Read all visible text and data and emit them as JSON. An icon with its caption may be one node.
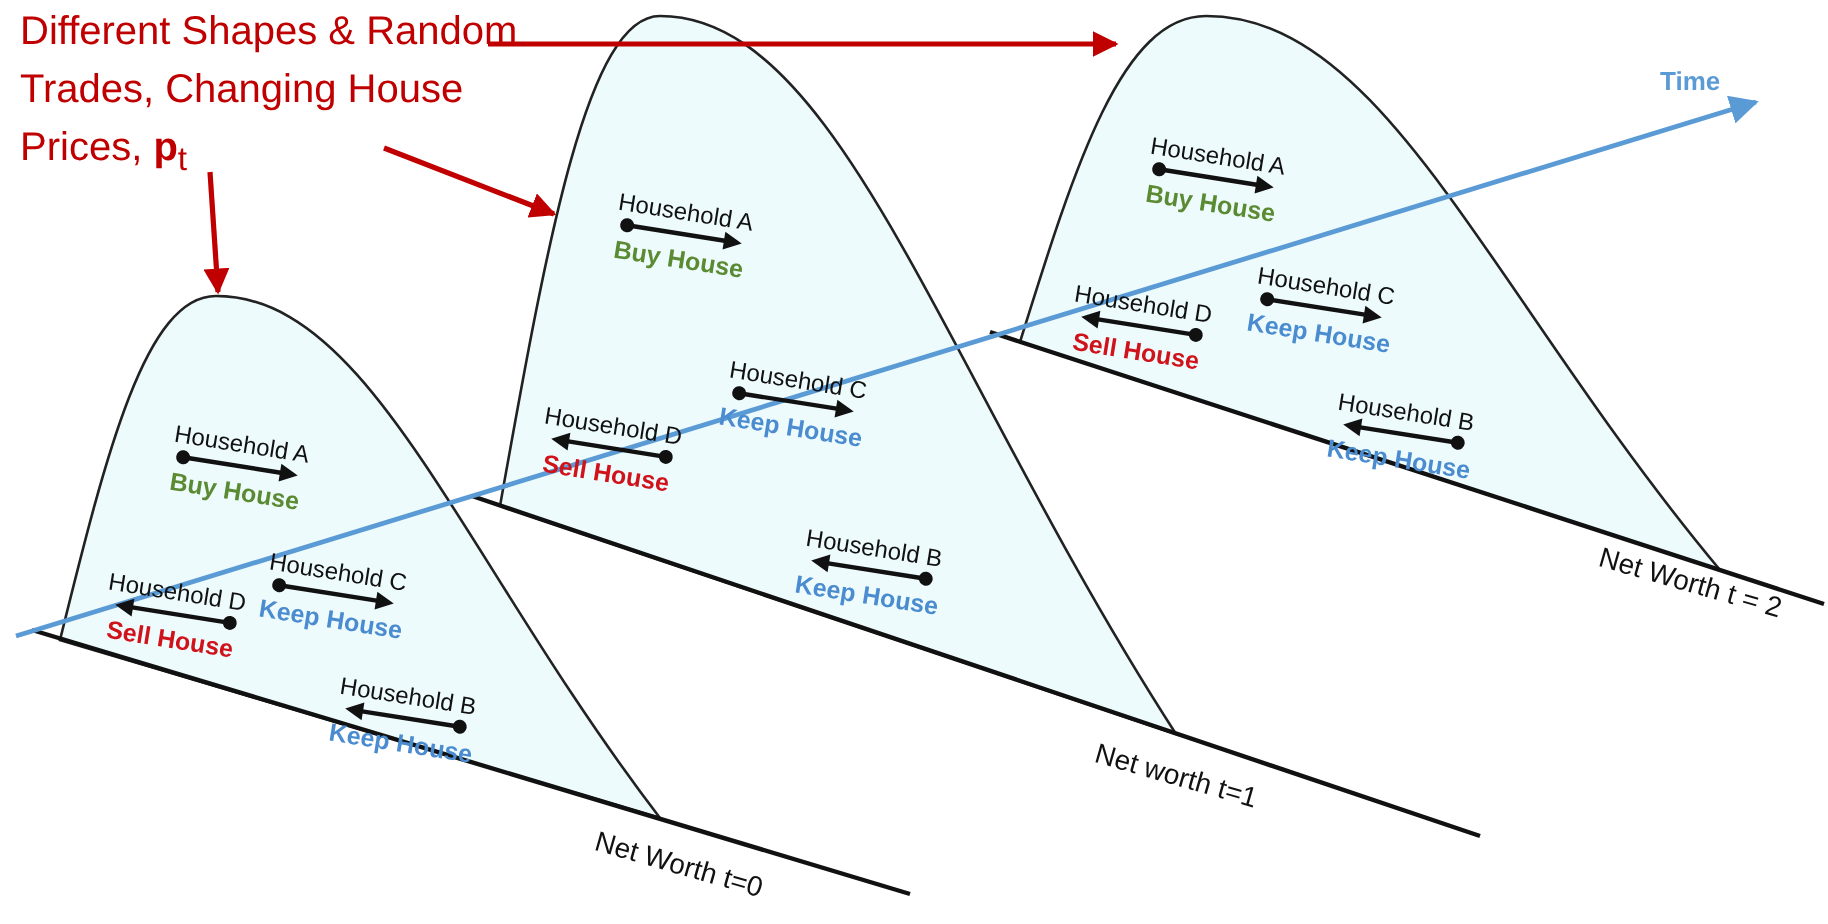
{
  "diagram": {
    "nodes": [
      {
        "text": [
          "Different Shapes & Random Trades, Changing House Prices, **p**$_{t}$"
        ]
      },
      {
        "text": [],
        "shape": "curve",
        "beside": [
          "Net Worth t=0"
        ]
      },
      {
        "text": [
          "Household A",
          "Buy House"
        ],
        "in": 1
      },
      {
        "text": [
          "Household D",
          "Sell House"
        ],
        "in": 1
      },
      {
        "text": [
          "Household C",
          "Keep House"
        ],
        "in": 1
      },
      {
        "text": [
          "Household B",
          "Keep House"
        ],
        "in": 1
      },
      {
        "text": [],
        "shape": "curve",
        "beside": [
          "Net worth t=1"
        ]
      },
      {
        "text": [
          "Household A",
          "Buy House"
        ],
        "in": 6
      },
      {
        "text": [
          "Household D",
          "Sell House"
        ],
        "in": 6
      },
      {
        "text": [
          "Household C",
          "Keep House"
        ],
        "in": 6
      },
      {
        "text": [
          "Household B",
          "Keep House"
        ],
        "in": 6
      },
      {
        "text": [],
        "shape": "curve",
        "beside": [
          "Net Worth t = 2"
        ]
      },
      {
        "text": [
          "Household A",
          "Buy House"
        ],
        "in": 11
      },
      {
        "text": [
          "Household D",
          "Sell House"
        ],
        "in": 11
      },
      {
        "text": [
          "Household C",
          "Keep House"
        ],
        "in": 11
      },
      {
        "text": [
          "Household B",
          "Keep House"
        ],
        "in": 11
      }
    ],
    "edges": [
      {
        "from": 0,
        "to": 1,
        "arrow": "to"
      },
      {
        "from": 0,
        "to": 6,
        "arrow": "to"
      },
      {
        "from": 0,
        "to": 11,
        "arrow": "to"
      }
    ],
    "labels": [
      "Time"
    ]
  }
}
